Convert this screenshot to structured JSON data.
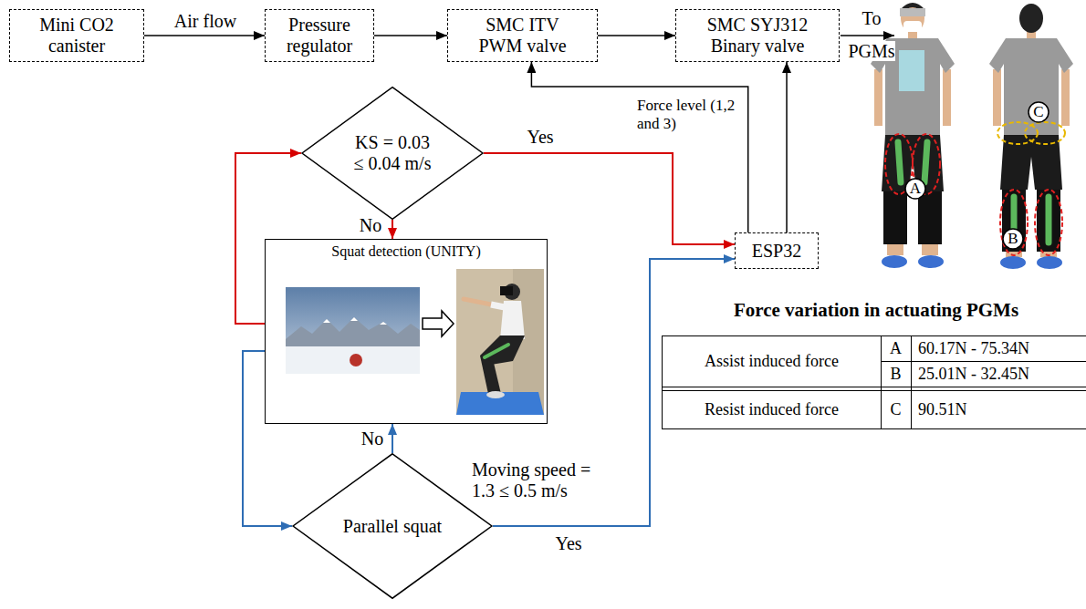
{
  "diagram": {
    "nodes": [
      {
        "text": [
          "Mini CO2 canister"
        ]
      },
      {
        "text": [
          "Pressure regulator"
        ]
      },
      {
        "text": [
          "SMC ITV PWM valve"
        ]
      },
      {
        "text": [
          "SMC SYJ312 Binary valve"
        ]
      },
      {
        "text": [
          "KS = 0.03 ≤ 0.04 m/s"
        ]
      },
      {
        "text": [
          "Squat detection (UNITY)"
        ]
      },
      {
        "text": [
          "ESP32"
        ]
      },
      {
        "text": [
          "Parallel squat"
        ]
      }
    ],
    "edges": [
      {
        "from": 0,
        "to": 1,
        "arrow": "to",
        "label": "Air flow"
      },
      {
        "from": 1,
        "to": 2,
        "arrow": "to"
      },
      {
        "from": 2,
        "to": 3,
        "arrow": "to"
      },
      {
        "from": 6,
        "to": 2,
        "arrow": "to",
        "label": "Force level (1,2 and 3)"
      },
      {
        "from": 6,
        "to": 3,
        "arrow": "to"
      },
      {
        "from": 4,
        "to": 6,
        "arrow": "to",
        "label": "Yes"
      },
      {
        "from": 4,
        "to": 5,
        "arrow": "to",
        "label": "No"
      },
      {
        "from": 5,
        "to": 4,
        "arrow": "to"
      },
      {
        "from": 5,
        "to": 7,
        "arrow": "to"
      },
      {
        "from": 7,
        "to": 5,
        "arrow": "to",
        "label": "No"
      },
      {
        "from": 7,
        "to": 6,
        "arrow": "to",
        "label": "Yes"
      }
    ],
    "labels": [
      "To PGMs",
      "A",
      "B",
      "C",
      "Moving speed = 1.3 ≤ 0.5 m/s",
      "Force variation in actuating PGMs",
      "Assist induced force",
      "A",
      "60.17N - 75.34N",
      "B",
      "25.01N - 32.45N",
      "Resist induced force",
      "C",
      "90.51N"
    ]
  }
}
